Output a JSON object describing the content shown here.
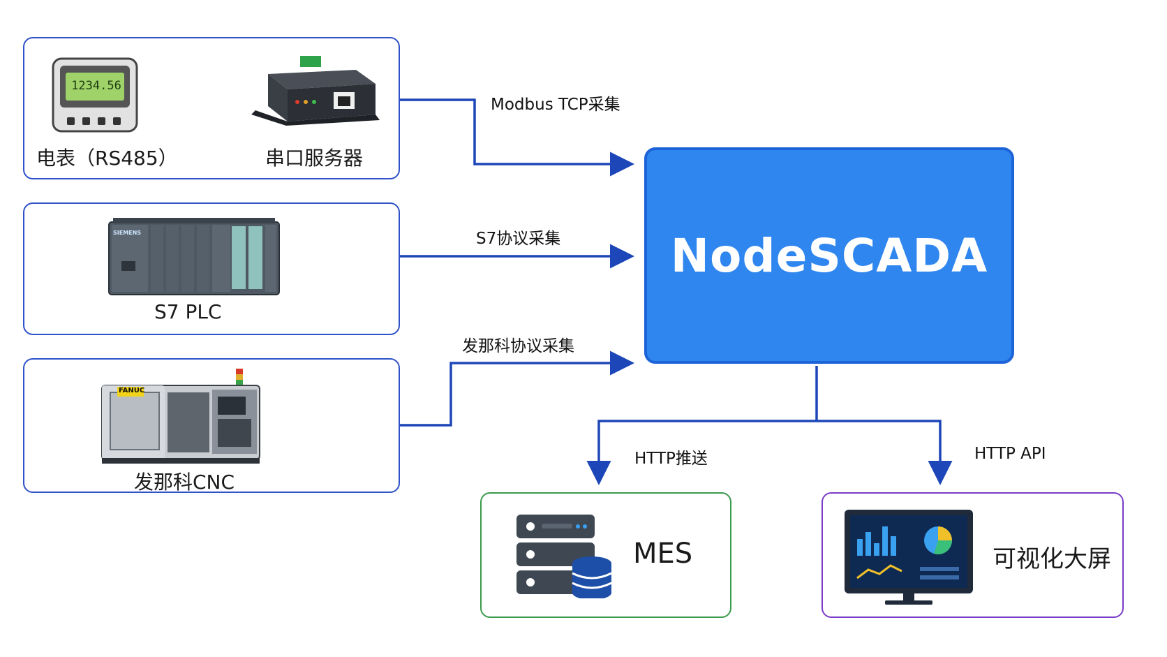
{
  "sources": {
    "meter": {
      "label": "电表（RS485）",
      "reading": "1234.56"
    },
    "serial_server": {
      "label": "串口服务器"
    },
    "plc": {
      "label": "S7 PLC",
      "brand": "SIEMENS"
    },
    "cnc": {
      "label": "发那科CNC",
      "brand": "FANUC"
    }
  },
  "core": {
    "title": "NodeSCADA"
  },
  "edges": {
    "modbus": "Modbus TCP采集",
    "s7": "S7协议采集",
    "fanuc": "发那科协议采集",
    "http_push": "HTTP推送",
    "http_api": "HTTP API"
  },
  "targets": {
    "mes": {
      "label": "MES"
    },
    "screen": {
      "label": "可视化大屏"
    }
  },
  "colors": {
    "wire": "#1d47b8",
    "core_fill": "#2f86ef",
    "source_border": "#2f52c8",
    "mes_border": "#3a9a4a",
    "screen_border": "#7a3cc8"
  }
}
